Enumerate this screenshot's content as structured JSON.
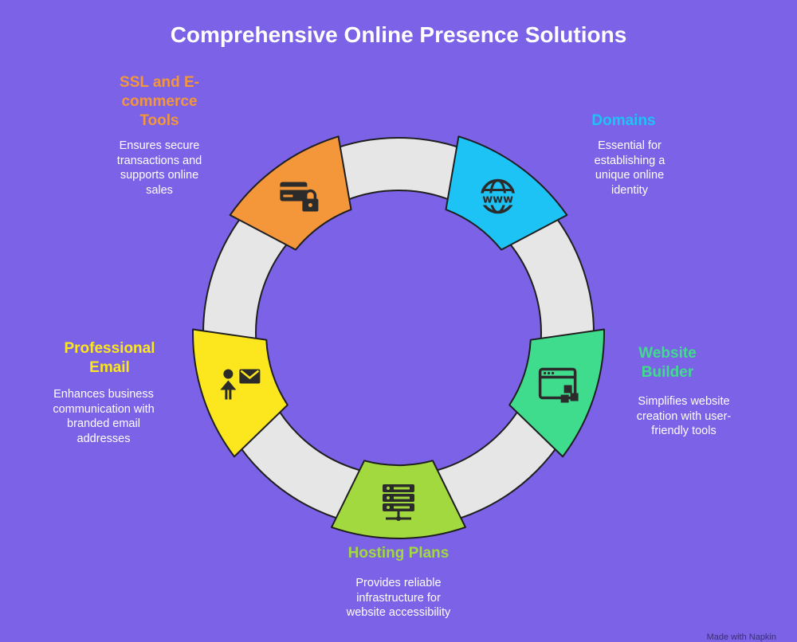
{
  "title": "Comprehensive Online Presence Solutions",
  "colors": {
    "background": "#7b62e6",
    "ring": "#e6e6e6",
    "outline": "#1e1e1e"
  },
  "segments": [
    {
      "key": "ssl",
      "heading": "SSL and E-commerce Tools",
      "heading_lines": [
        "SSL and E-",
        "commerce",
        "Tools"
      ],
      "description_lines": [
        "Ensures secure",
        "transactions and",
        "supports online",
        "sales"
      ],
      "color": "#f4963a",
      "icon": "card-lock-icon"
    },
    {
      "key": "domains",
      "heading": "Domains",
      "heading_lines": [
        "Domains"
      ],
      "description_lines": [
        "Essential for",
        "establishing a",
        "unique online",
        "identity"
      ],
      "color": "#1ec3f5",
      "icon": "www-globe-icon"
    },
    {
      "key": "website-builder",
      "heading": "Website Builder",
      "heading_lines": [
        "Website",
        "Builder"
      ],
      "description_lines": [
        "Simplifies website",
        "creation with user-",
        "friendly tools"
      ],
      "color": "#40dc8e",
      "icon": "browser-blocks-icon"
    },
    {
      "key": "hosting",
      "heading": "Hosting Plans",
      "heading_lines": [
        "Hosting Plans"
      ],
      "description_lines": [
        "Provides reliable",
        "infrastructure for",
        "website accessibility"
      ],
      "color": "#a2d93e",
      "icon": "server-icon"
    },
    {
      "key": "email",
      "heading": "Professional Email",
      "heading_lines": [
        "Professional",
        "Email"
      ],
      "description_lines": [
        "Enhances business",
        "communication with",
        "branded email",
        "addresses"
      ],
      "color": "#fce61e",
      "icon": "person-mail-icon"
    }
  ],
  "footer": "Made with Napkin"
}
